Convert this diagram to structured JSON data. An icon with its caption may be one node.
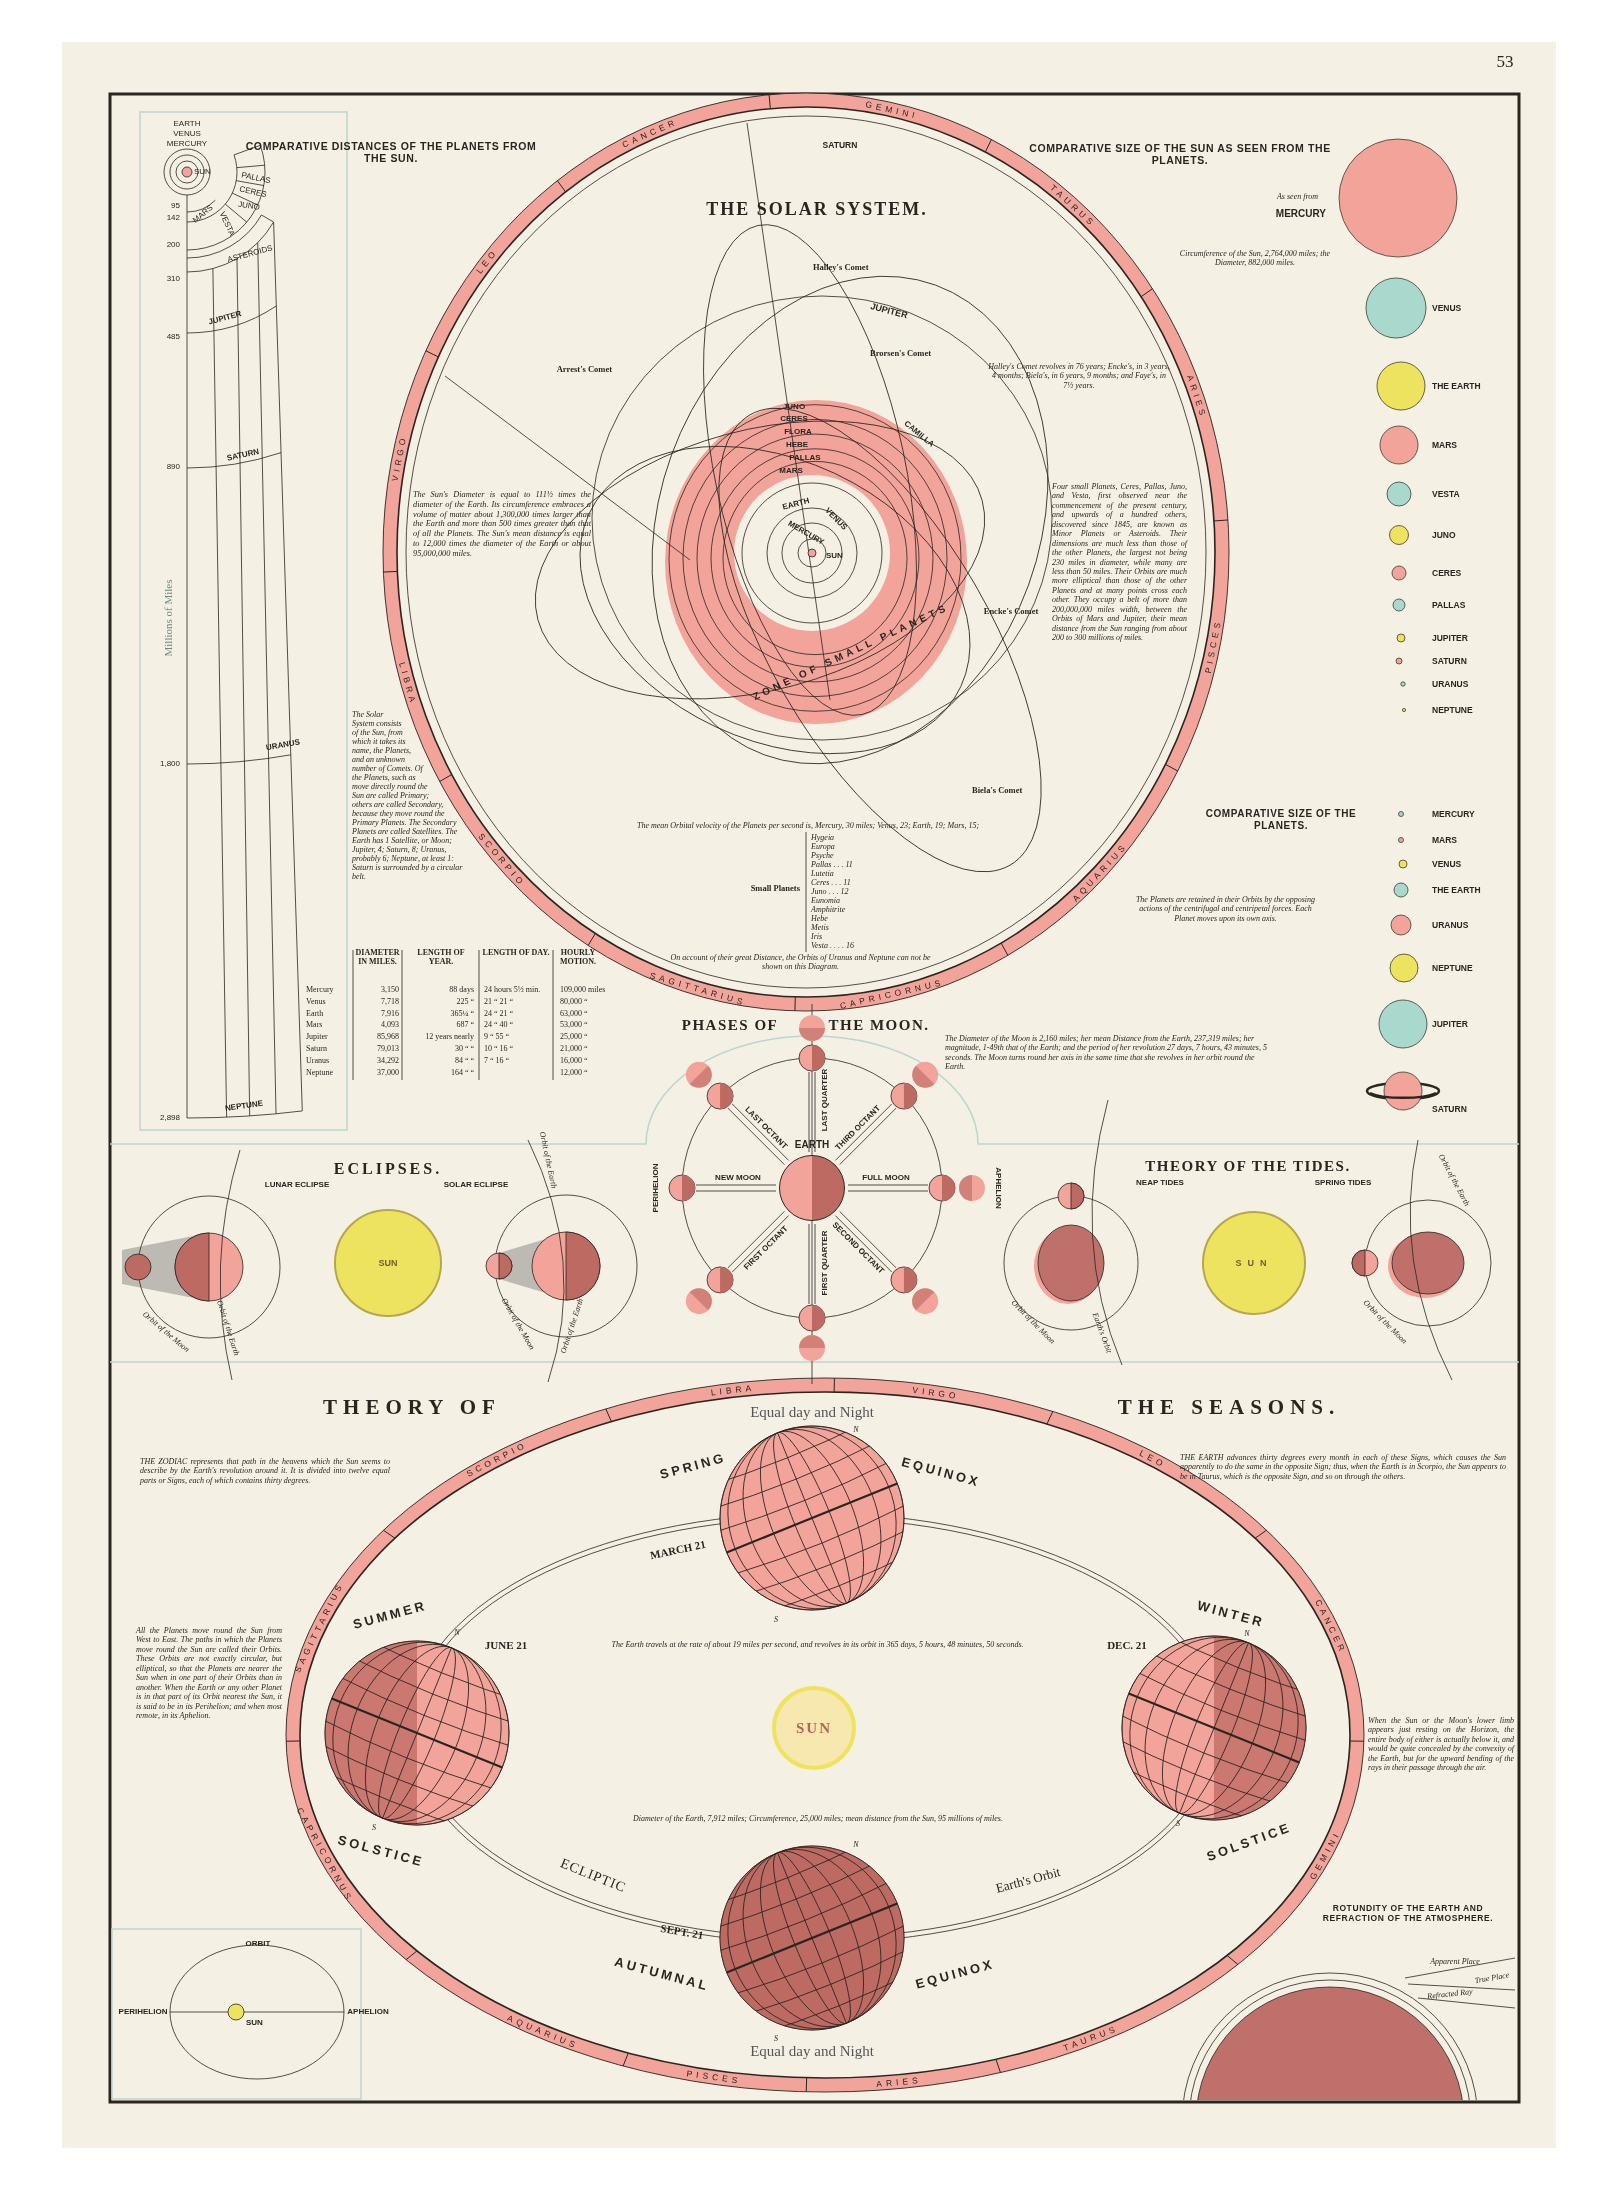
{
  "diagram": {
    "nodes": [
      {
        "text": [
          "SUN"
        ]
      },
      {
        "text": [
          "EARTH"
        ]
      },
      {
        "text": [
          "SUN"
        ]
      },
      {
        "text": [
          "SUN"
        ]
      }
    ],
    "labels": [
      "53",
      "COMPARATIVE DISTANCES OF THE PLANETS FROM THE SUN.",
      "EARTH",
      "VENUS",
      "MERCURY",
      "SUN",
      "PALLAS",
      "CERES",
      "JUNO",
      "MARS",
      "95",
      "VESTA",
      "142",
      "200",
      "ASTEROIDS",
      "310",
      "JUPITER",
      "485",
      "SATURN",
      "890",
      "Millions of Miles",
      "URANUS",
      "1,800",
      "NEPTUNE",
      "2,898",
      "THE SOLAR SYSTEM.",
      "SATURN",
      "Halley's Comet",
      "JUPITER",
      "Brorsen's Comet",
      "Arrest's Comet",
      "Halley's Comet revolves in 76 years; Encke's, in 3 years, 4 months; Biela's, in 6 years, 9 months; and Faye's, in 7½ years.",
      "JUNO",
      "CERES",
      "FLORA",
      "HEBE",
      "PALLAS",
      "MARS",
      "CAMILLA",
      "EARTH",
      "VENUS",
      "MERCURY",
      "SUN",
      "The Sun's Diameter is equal to 111½ times the diameter of the Earth. Its circumference embraces a volume of matter about 1,300,000 times larger than the Earth and more than 500 times greater than that of all the Planets. The Sun's mean distance is equal to 12,000 times the diameter of the Earth or about 95,000,000 miles.",
      "Four small Planets, Ceres, Pallas, Juno, and Vesta, first observed near the commencement of the present century, and upwards of a hundred others, discovered since 1845, are known as Minor Planets or Asteroids. Their dimensions are much less than those of the other Planets, the largest not being 230 miles in diameter, while many are less than 50 miles. Their Orbits are much more elliptical than those of the other Planets and at many points cross each other. They occupy a belt of more than 200,000,000 miles width, between the Orbits of Mars and Jupiter, their mean distance from the Sun ranging from about 200 to 300 millions of miles.",
      "ZONE OF SMALL PLANETS",
      "Encke's Comet",
      "Biela's Comet",
      "The mean Orbital velocity of the Planets per second is, Mercury, 30 miles; Venus, 23; Earth, 19; Mars, 15;",
      "Small Planets",
      "Hygeia",
      "Europa",
      "Psyche",
      "Pallas . . . 11",
      "Lutetia",
      "Ceres . . . 11",
      "Juno . . . 12",
      "Eunomia",
      "Amphitrite",
      "Hebe",
      "Metis",
      "Iris",
      "Vesta . . . . 16",
      "On account of their great Distance, the Orbits of Uranus and Neptune can not be shown on this Diagram.",
      "The Solar System consists of the Sun, from which it takes its name, the Planets, and an unknown number of Comets. Of the Planets, such as move directly round the Sun are called Primary; others are called Secondary, because they move round the Primary Planets. The Secondary Planets are called Satellites. The Earth has 1 Satellite, or Moon; Jupiter, 4; Saturn, 8; Uranus, probably 6; Neptune, at least 1: Saturn is surrounded by a circular belt.",
      "DIAMETER IN MILES.",
      "LENGTH OF YEAR.",
      "LENGTH OF DAY.",
      "HOURLY MOTION.",
      "Mercury",
      "3,150",
      "88 days",
      "24 hours 5½ min.",
      "109,000 miles",
      "Venus",
      "7,718",
      "225 “",
      "21 “ 21 “",
      "80,000 “",
      "Earth",
      "7,916",
      "365¼ “",
      "24 “ 21 “",
      "63,000 “",
      "Mars",
      "4,093",
      "687 “",
      "24 “ 40 “",
      "53,000 “",
      "Jupiter",
      "85,968",
      "12 years nearly",
      "9 “ 55 “",
      "25,000 “",
      "Saturn",
      "79,013",
      "30 “ “",
      "10 “ 16 “",
      "21,000 “",
      "Uranus",
      "34,292",
      "84 “ “",
      "7 “ 16 “",
      "16,000 “",
      "Neptune",
      "37,000",
      "164 “ “",
      "12,000 “",
      "COMPARATIVE SIZE OF THE SUN AS SEEN FROM THE PLANETS.",
      "As seen from",
      "MERCURY",
      "Circumference of the Sun, 2,764,000 miles; the Diameter, 882,000 miles.",
      "VENUS",
      "THE EARTH",
      "MARS",
      "VESTA",
      "JUNO",
      "CERES",
      "PALLAS",
      "JUPITER",
      "SATURN",
      "URANUS",
      "NEPTUNE",
      "COMPARATIVE SIZE OF THE PLANETS.",
      "The Planets are retained in their Orbits by the opposing actions of the centrifugal and centripetal forces. Each Planet moves upon its own axis.",
      "MERCURY",
      "MARS",
      "VENUS",
      "THE EARTH",
      "URANUS",
      "NEPTUNE",
      "JUPITER",
      "SATURN",
      "PHASES OF",
      "THE MOON.",
      "The Diameter of the Moon is 2,160 miles; her mean Distance from the Earth, 237,319 miles; her magnitude, 1-49th that of the Earth; and the period of her revolution 27 days, 7 hours, 43 minutes, 5 seconds. The Moon turns round her axis in the same time that she revolves in her orbit round the Earth.",
      "ECLIPSES.",
      "LUNAR ECLIPSE",
      "SOLAR ECLIPSE",
      "Orbit of the Moon",
      "Orbit of the Earth",
      "Orbit of the Earth",
      "Orbit of the Moon",
      "Orbit of the Earth",
      "LAST OCTANT",
      "LAST QUARTER",
      "THIRD OCTANT",
      "PERIHELION",
      "NEW MOON",
      "FULL MOON",
      "APHELION",
      "FIRST OCTANT",
      "FIRST QUARTER",
      "SECOND OCTANT",
      "THEORY OF THE TIDES.",
      "NEAP TIDES",
      "SPRING TIDES",
      "Orbit of the Moon",
      "Earth's Orbit",
      "Orbit of the Earth",
      "Orbit of the Moon",
      "THEORY OF",
      "THE SEASONS.",
      "THE ZODIAC represents that path in the heavens which the Sun seems to describe by the Earth's revolution around it. It is divided into twelve equal parts or Signs, each of which contains thirty degrees.",
      "THE EARTH advances thirty degrees every month in each of these Signs, which causes the Sun apparently to do the same in the opposite Sign; thus, when the Earth is in Scorpio, the Sun appears to be in Taurus, which is the opposite Sign, and so on through the others.",
      "Equal day and Night",
      "SPRING",
      "N",
      "EQUINOX",
      "MARCH 21",
      "S",
      "SUMMER",
      "N",
      "JUNE 21",
      "The Earth travels at the rate of about 19 miles per second, and revolves in its orbit in 365 days, 5 hours, 48 minutes, 50 seconds.",
      "DEC. 21",
      "WINTER",
      "N",
      "All the Planets move round the Sun from West to East. The paths in which the Planets move round the Sun are called their Orbits. These Orbits are not exactly circular, but elliptical, so that the Planets are nearer the Sun when in one part of their Orbits than in another. When the Earth or any other Planet is in that part of its Orbit nearest the Sun, it is said to be in its Perihelion; and when most remote, in its Aphelion.",
      "When the Sun or the Moon's lower limb appears just resting on the Horizon, the entire body of either is actually below it, and would be quite concealed by the convexity of the Earth, but for the upward bending of the rays in their passage through the air.",
      "Diameter of the Earth, 7,912 miles; Circumference, 25,000 miles; mean distance from the Sun, 95 millions of miles.",
      "S",
      "S",
      "SOLSTICE",
      "SOLSTICE",
      "N",
      "ECLIPTIC",
      "Earth's Orbit",
      "ROTUNDITY OF THE EARTH AND REFRACTION OF THE ATMOSPHERE.",
      "SEPT. 21",
      "AUTUMNAL",
      "EQUINOX",
      "Apparent Place",
      "True Place",
      "Refracted Ray",
      "ORBIT",
      "PERIHELION",
      "SUN",
      "APHELION",
      "S",
      "Equal day and Night",
      "CANCER",
      "GEMINI",
      "TAURUS",
      "LEO",
      "ARIES",
      "VIRGO",
      "PISCES",
      "LIBRA",
      "SCORPIO",
      "AQUARIUS",
      "SAGITTARIUS",
      "CAPRICORNUS",
      "LIBRA",
      "VIRGO",
      "SCORPIO",
      "LEO",
      "SAGITTARIUS",
      "CANCER",
      "CAPRICORNUS",
      "GEMINI",
      "AQUARIUS",
      "TAURUS",
      "PISCES",
      "ARIES"
    ]
  }
}
